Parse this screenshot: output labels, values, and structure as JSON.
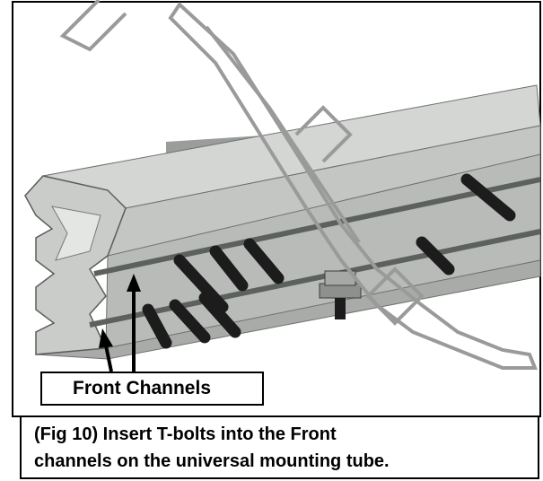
{
  "labels": {
    "front_channels": "Front Channels"
  },
  "caption": {
    "line1": "(Fig 10) Insert T-bolts into the Front",
    "line2": "channels on the universal mounting tube."
  },
  "colors": {
    "tube_top": "#d2d4d2",
    "tube_face": "#b9bcb9",
    "tube_shadow": "#8f938f",
    "bolt": "#1c1c1c",
    "watermark": "#9a9a9a"
  },
  "icons": [
    "arrow-up-icon",
    "t-bolt-icon",
    "nut-icon"
  ]
}
